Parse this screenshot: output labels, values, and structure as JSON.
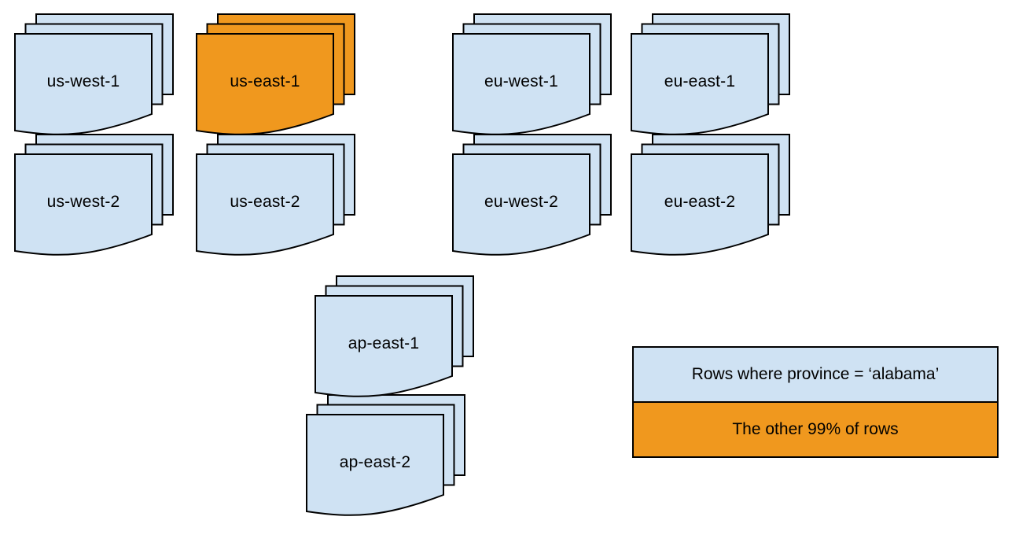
{
  "colors": {
    "document_fill": "#cfe2f3",
    "highlight_fill": "#f0981e",
    "stroke": "#000000",
    "background": "#ffffff",
    "text": "#000000"
  },
  "stacks": [
    {
      "label": "us-west-1",
      "highlighted": false
    },
    {
      "label": "us-east-1",
      "highlighted": true
    },
    {
      "label": "eu-west-1",
      "highlighted": false
    },
    {
      "label": "eu-east-1",
      "highlighted": false
    },
    {
      "label": "us-west-2",
      "highlighted": false
    },
    {
      "label": "us-east-2",
      "highlighted": false
    },
    {
      "label": "eu-west-2",
      "highlighted": false
    },
    {
      "label": "eu-east-2",
      "highlighted": false
    },
    {
      "label": "ap-east-1",
      "highlighted": false
    },
    {
      "label": "ap-east-2",
      "highlighted": false
    }
  ],
  "legend": {
    "items": [
      {
        "label": "Rows where province = ‘alabama’",
        "swatch": "document"
      },
      {
        "label": "The other 99% of rows",
        "swatch": "highlight"
      }
    ]
  }
}
